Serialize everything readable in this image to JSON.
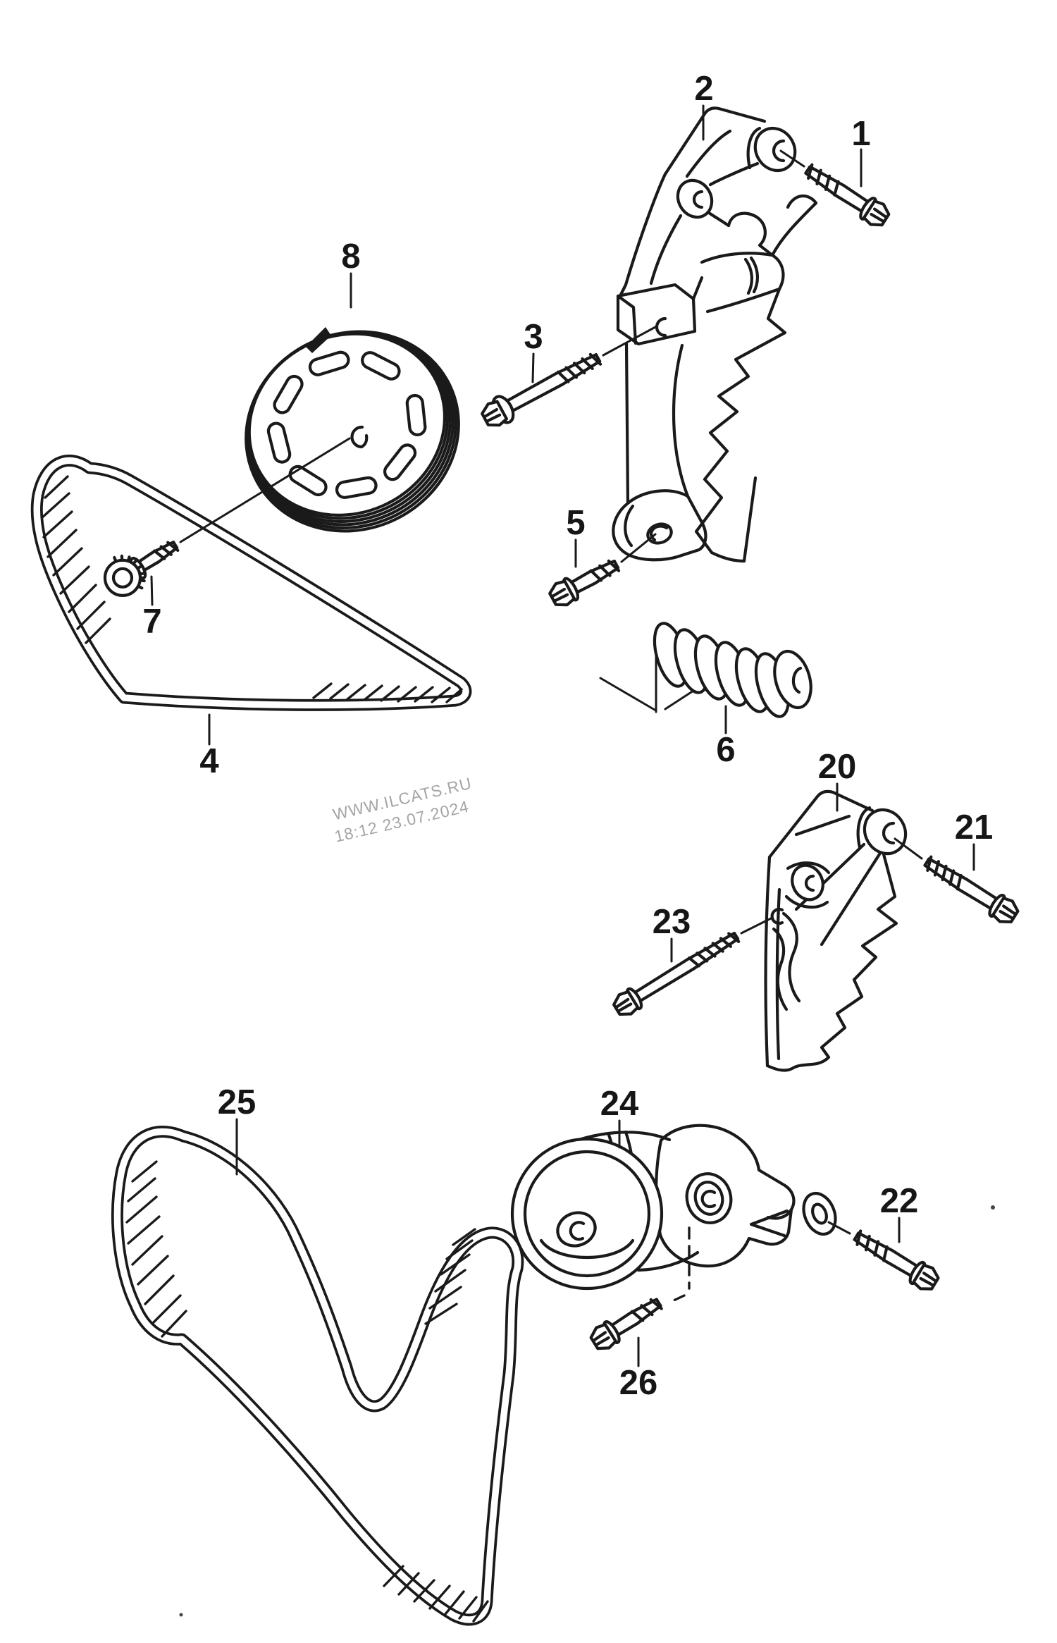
{
  "diagram": {
    "background": "#ffffff",
    "line_color": "#1a1a1a",
    "watermark_color": "#a5a5a5"
  },
  "watermark": {
    "line1": "WWW.ILCATS.RU",
    "line2": "18:12 23.07.2024"
  },
  "callouts": [
    {
      "number": "1",
      "part": "hex-flange-bolt"
    },
    {
      "number": "2",
      "part": "mounting-bracket"
    },
    {
      "number": "3",
      "part": "long-hex-bolt"
    },
    {
      "number": "4",
      "part": "v-ribbed-belt"
    },
    {
      "number": "5",
      "part": "hex-flange-bolt"
    },
    {
      "number": "6",
      "part": "compression-spring"
    },
    {
      "number": "7",
      "part": "knurled-head-bolt"
    },
    {
      "number": "8",
      "part": "ribbed-pulley"
    },
    {
      "number": "20",
      "part": "mounting-bracket"
    },
    {
      "number": "21",
      "part": "hex-flange-bolt"
    },
    {
      "number": "22",
      "part": "hex-flange-bolt-with-washer"
    },
    {
      "number": "23",
      "part": "long-stud-bolt"
    },
    {
      "number": "24",
      "part": "belt-tensioner"
    },
    {
      "number": "25",
      "part": "v-ribbed-belt"
    },
    {
      "number": "26",
      "part": "hex-flange-bolt"
    }
  ]
}
